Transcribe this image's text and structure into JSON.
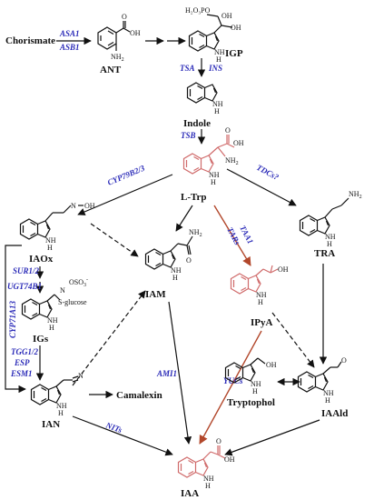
{
  "compounds": {
    "chorismate": "Chorismate",
    "ant": "ANT",
    "igp": "IGP",
    "indole": "Indole",
    "ltrp": "L-Trp",
    "iaox": "IAOx",
    "igs": "IGs",
    "ian": "IAN",
    "camalexin": "Camalexin",
    "iam": "IAM",
    "ipya": "IPyA",
    "tra": "TRA",
    "tryptophol": "Tryptophol",
    "iaald": "IAAld",
    "iaa": "IAA"
  },
  "enzymes": {
    "asa1": "ASA1",
    "asb1": "ASB1",
    "tsa": "TSA",
    "ins": "INS",
    "tsb": "TSB",
    "cyp79b23": "CYP79B2/3",
    "tdcs": "TDCs?",
    "taa1": "TAA1",
    "tars": "TARs",
    "sur12": "SUR1/2",
    "ugt74b1": "UGT74B1",
    "cyp71a13": "CYP71A13",
    "tgg12": "TGG1/2",
    "esp": "ESP",
    "esm1": "ESM1",
    "ami1": "AMI1",
    "yucs": "YUCs",
    "nits": "NITs"
  },
  "atoms": {
    "nh2": "NH",
    "nh2_sub": "2",
    "oh": "OH",
    "o": "O",
    "n": "N",
    "h": "H",
    "nh": "NH",
    "h2o3po": "H",
    "phos": "₂O₃PO",
    "oso3": "OSO",
    "oso3_sub": "3",
    "oso3_sup": "-",
    "sglucose": "S-glucose"
  },
  "colors": {
    "text": "#111111",
    "enzyme": "#2b2bb8",
    "highlight": "#d06b6b",
    "highlight_arrow": "#b2472b"
  }
}
